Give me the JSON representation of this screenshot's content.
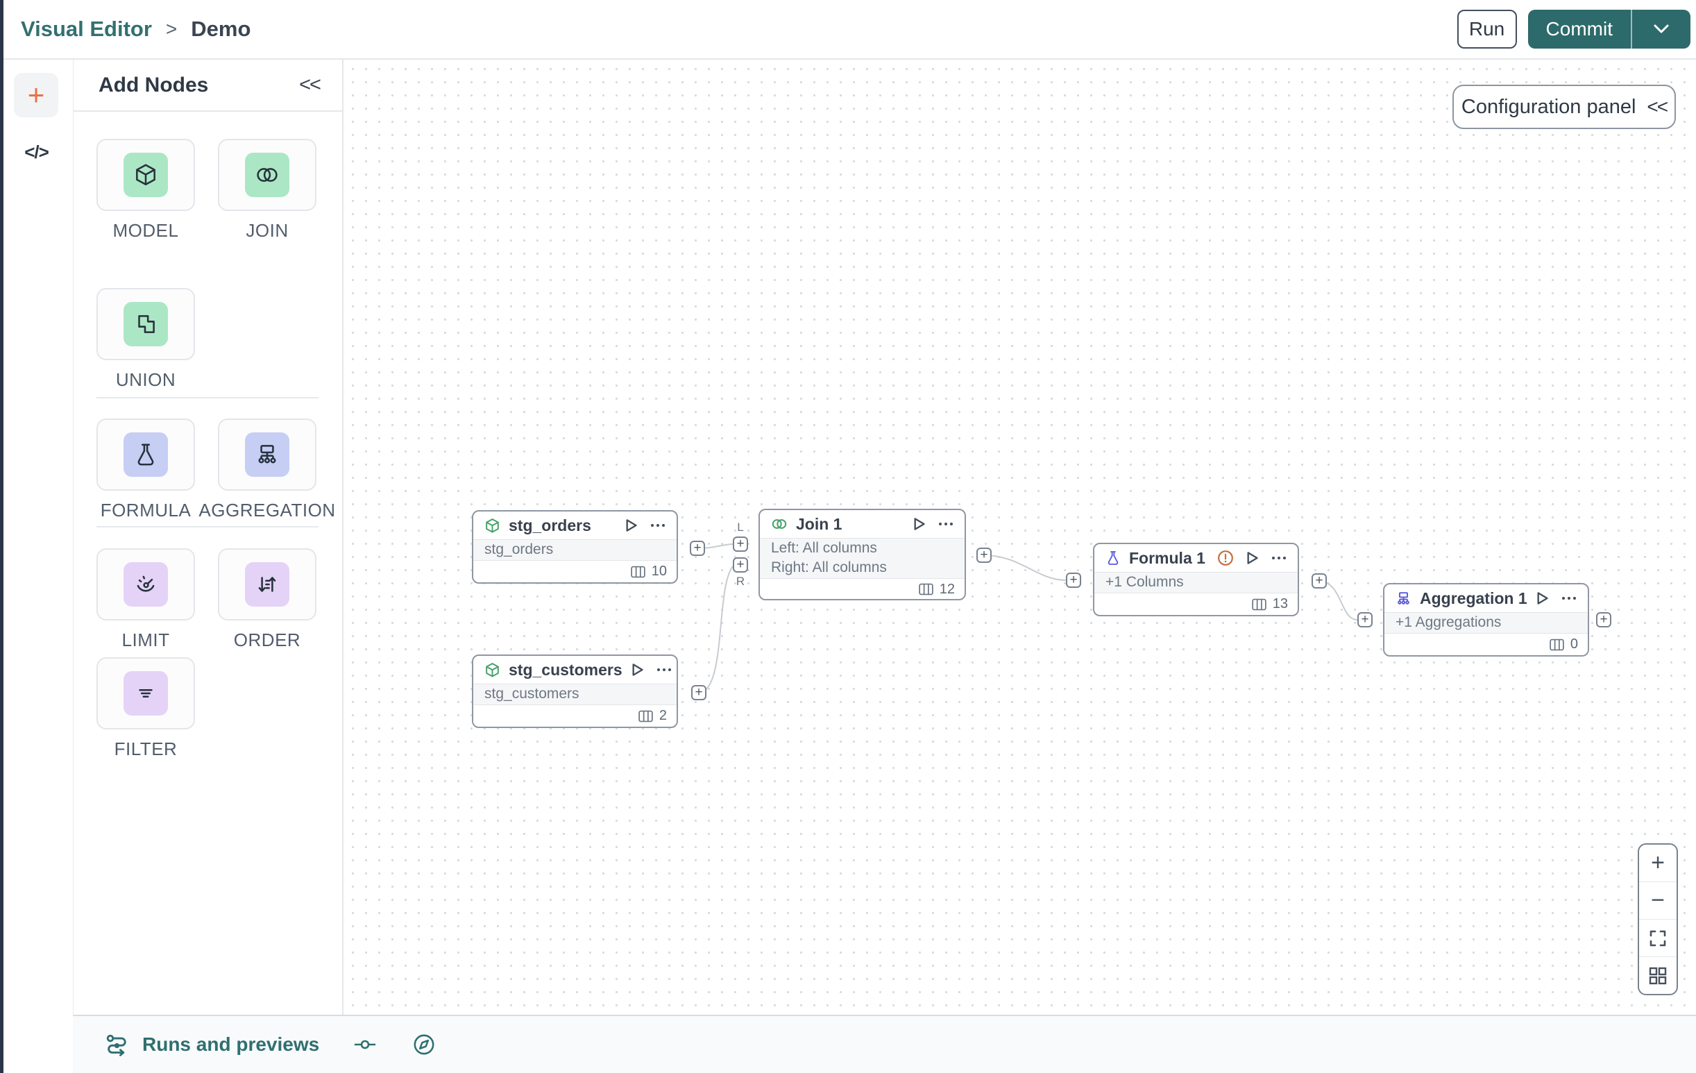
{
  "header": {
    "breadcrumb_root": "Visual Editor",
    "breadcrumb_separator": ">",
    "breadcrumb_current": "Demo",
    "run_label": "Run",
    "commit_label": "Commit"
  },
  "left_rail": {
    "add_label": "+",
    "code_label": "</>"
  },
  "palette": {
    "title": "Add Nodes",
    "collapse_label": "<<",
    "tiles": [
      "MODEL",
      "JOIN",
      "UNION",
      "FORMULA",
      "AGGREGATION",
      "LIMIT",
      "ORDER",
      "FILTER"
    ]
  },
  "canvas": {
    "config_panel_label": "Configuration panel",
    "config_collapse_label": "<<",
    "port_plus": "+",
    "port_left_label": "L",
    "port_right_label": "R",
    "nodes": [
      {
        "title": "stg_orders",
        "body": "stg_orders",
        "columns": "10"
      },
      {
        "title": "Join 1",
        "body_line1": "Left: All columns",
        "body_line2": "Right: All columns",
        "columns": "12"
      },
      {
        "title": "Formula 1",
        "body": "+1 Columns",
        "columns": "13"
      },
      {
        "title": "Aggregation 1",
        "body": "+1 Aggregations",
        "columns": "0"
      },
      {
        "title": "stg_customers",
        "body": "stg_customers",
        "columns": "2"
      }
    ],
    "zoom_in_label": "+",
    "zoom_out_label": "−"
  },
  "bottom_bar": {
    "runs_label": "Runs and previews"
  },
  "colors": {
    "teal_accent": "#2d6a6b",
    "breadcrumb_teal": "#337070",
    "green_icon": "#44a169",
    "green_tile_bg": "#abe7c4",
    "periwinkle_tile_bg": "#c6cef4",
    "purple_tile_bg": "#e4d3f7",
    "indigo_icon": "#5b5bd8",
    "orange_accent": "#e8714a",
    "warning_orange": "#c2703d",
    "edge_gray": "#c7ccd1"
  }
}
